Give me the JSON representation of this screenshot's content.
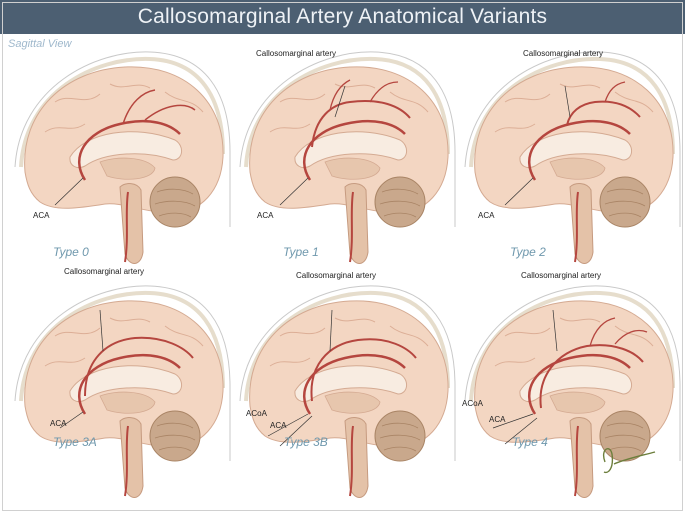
{
  "title": "Callosomarginal Artery Anatomical Variants",
  "subtitle": "Sagittal View",
  "panels": [
    {
      "type": "Type 0",
      "labels": [
        "ACA"
      ]
    },
    {
      "type": "Type 1",
      "labels": [
        "Callosomarginal artery",
        "ACA"
      ]
    },
    {
      "type": "Type 2",
      "labels": [
        "Callosomarginal artery",
        "ACA"
      ]
    },
    {
      "type": "Type 3A",
      "labels": [
        "Callosomarginal artery",
        "ACA"
      ]
    },
    {
      "type": "Type 3B",
      "labels": [
        "Callosomarginal artery",
        "ACoA",
        "ACA"
      ]
    },
    {
      "type": "Type 4",
      "labels": [
        "Callosomarginal artery",
        "ACoA",
        "ACA"
      ]
    }
  ],
  "colors": {
    "header": "#4c5f72",
    "brain": "#f3d6c2",
    "artery": "#b5463f",
    "cerebellum": "#c9a88c",
    "type_label": "#6f98ad"
  }
}
